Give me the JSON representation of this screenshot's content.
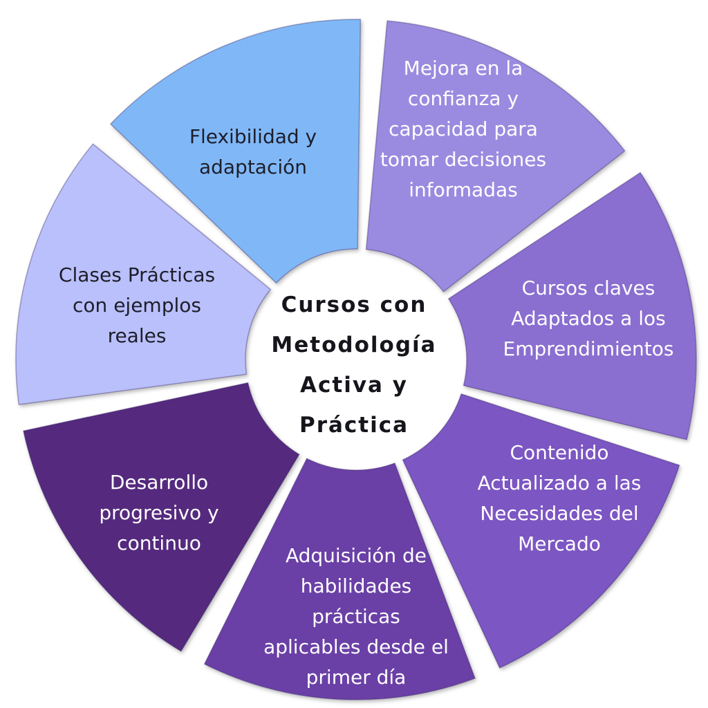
{
  "center": {
    "title": "Cursos con\nMetodología\nActiva y\nPráctica"
  },
  "segments": [
    {
      "label": "Mejora en la\nconfianza y\ncapacidad para\ntomar decisiones\ninformadas",
      "color": "#9a8be0"
    },
    {
      "label": "Cursos claves\nAdaptados a los\nEmprendimientos",
      "color": "#8a6ed0"
    },
    {
      "label": "Contenido\nActualizado a las\nNecesidades del\nMercado",
      "color": "#7b56c2"
    },
    {
      "label": "Adquisición de\nhabilidades\nprácticas\naplicables desde el\nprimer día",
      "color": "#6b40a6"
    },
    {
      "label": "Desarrollo\nprogresivo y\ncontinuo",
      "color": "#55297e"
    },
    {
      "label": "Clases Prácticas\ncon ejemplos\nreales",
      "color": "#b9c0fb"
    },
    {
      "label": "Flexibilidad y\nadaptación",
      "color": "#80b8f7"
    }
  ]
}
